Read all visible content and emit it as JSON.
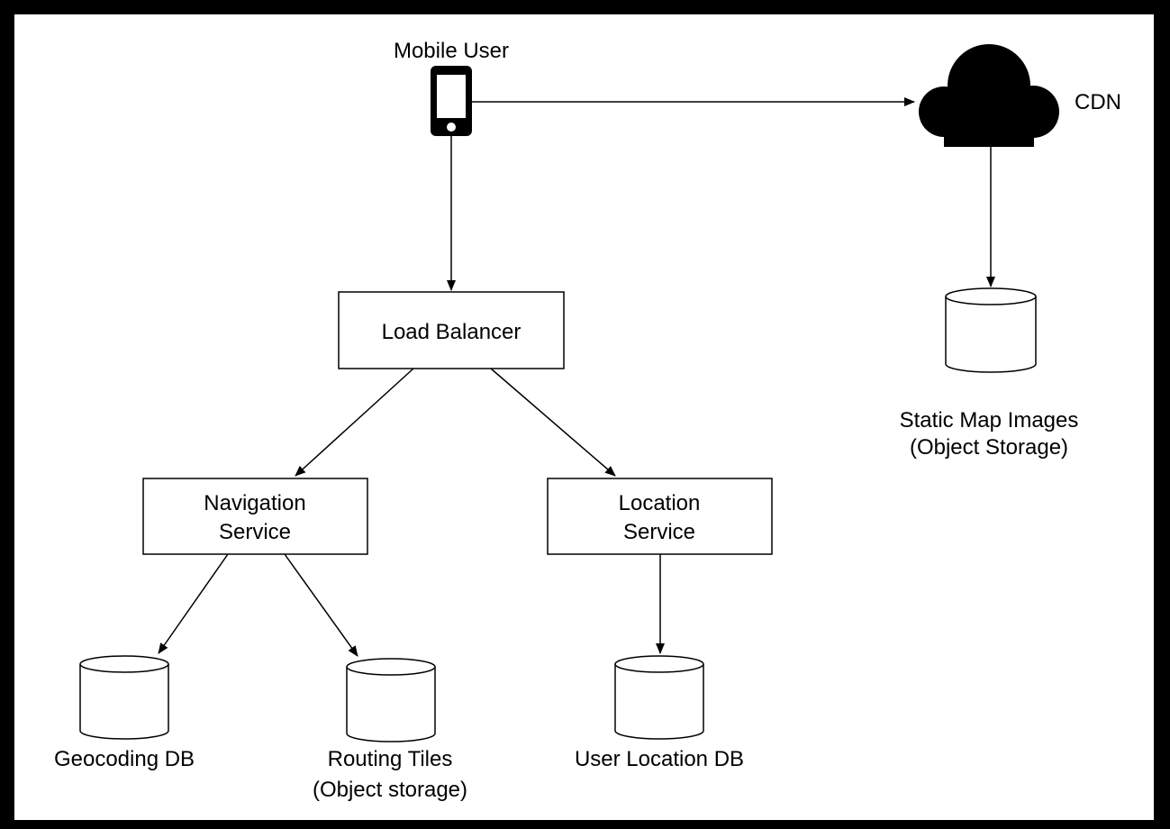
{
  "colors": {
    "frame": "#000000",
    "canvas": "#ffffff",
    "stroke": "#000000"
  },
  "nodes": {
    "mobile_user": {
      "label": "Mobile User",
      "icon": "mobile-phone-icon"
    },
    "cdn": {
      "label": "CDN",
      "icon": "cloud-icon"
    },
    "load_balancer": {
      "label": "Load Balancer"
    },
    "navigation_service": {
      "label_line1": "Navigation",
      "label_line2": "Service"
    },
    "location_service": {
      "label_line1": "Location",
      "label_line2": "Service"
    },
    "static_map_images": {
      "label_line1": "Static Map Images",
      "label_line2": "(Object Storage)",
      "icon": "database-icon"
    },
    "geocoding_db": {
      "label": "Geocoding DB",
      "icon": "database-icon"
    },
    "routing_tiles": {
      "label_line1": "Routing Tiles",
      "label_line2": "(Object storage)",
      "icon": "database-icon"
    },
    "user_location_db": {
      "label": "User Location DB",
      "icon": "database-icon"
    }
  },
  "edges": [
    {
      "from": "Mobile User",
      "to": "CDN"
    },
    {
      "from": "Mobile User",
      "to": "Load Balancer"
    },
    {
      "from": "CDN",
      "to": "Static Map Images"
    },
    {
      "from": "Load Balancer",
      "to": "Navigation Service"
    },
    {
      "from": "Load Balancer",
      "to": "Location Service"
    },
    {
      "from": "Navigation Service",
      "to": "Geocoding DB"
    },
    {
      "from": "Navigation Service",
      "to": "Routing Tiles"
    },
    {
      "from": "Location Service",
      "to": "User Location DB"
    }
  ]
}
